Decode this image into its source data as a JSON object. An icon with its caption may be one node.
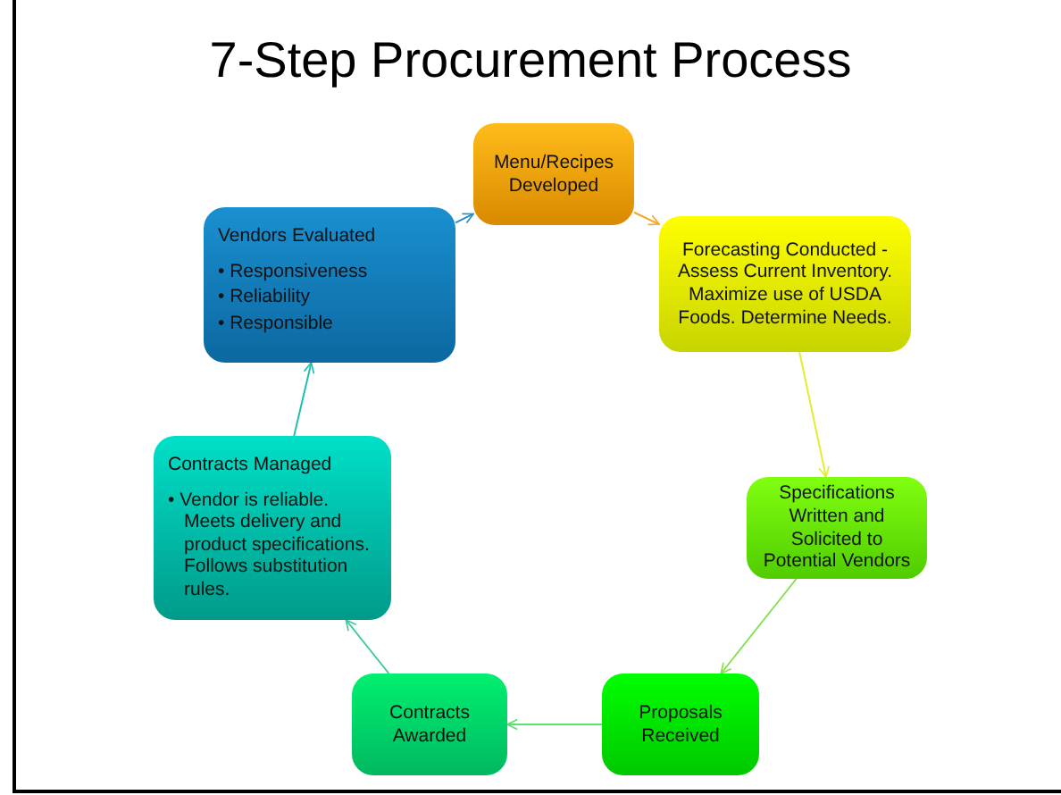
{
  "diagram": {
    "title": "7-Step Procurement Process",
    "nodes": [
      {
        "text": [
          "Menu/Recipes Developed"
        ]
      },
      {
        "text": [
          "Forecasting Conducted - Assess Current Inventory. Maximize use of USDA Foods. Determine Needs."
        ]
      },
      {
        "text": [
          "Specifications Written and Solicited to Potential Vendors"
        ]
      },
      {
        "text": [
          "Proposals Received"
        ]
      },
      {
        "text": [
          "Contracts Awarded"
        ]
      },
      {
        "text": [
          "Contracts Managed",
          "• Vendor is reliable. Meets delivery and product specifications. Follows substitution rules."
        ]
      },
      {
        "text": [
          "Vendors Evaluated",
          "• Responsiveness",
          "• Reliability",
          "• Responsible"
        ]
      }
    ],
    "edges": [
      {
        "from": 0,
        "to": 1,
        "arrow": "to",
        "color": "#f5a623"
      },
      {
        "from": 1,
        "to": 2,
        "arrow": "to",
        "color": "#e2ec30"
      },
      {
        "from": 2,
        "to": 3,
        "arrow": "to",
        "color": "#86e050"
      },
      {
        "from": 3,
        "to": 4,
        "arrow": "to",
        "color": "#5ae070"
      },
      {
        "from": 4,
        "to": 5,
        "arrow": "to",
        "color": "#40c8a0"
      },
      {
        "from": 5,
        "to": 6,
        "arrow": "to",
        "color": "#20c0b0"
      },
      {
        "from": 6,
        "to": 0,
        "arrow": "to",
        "color": "#2a8fc0"
      }
    ]
  }
}
